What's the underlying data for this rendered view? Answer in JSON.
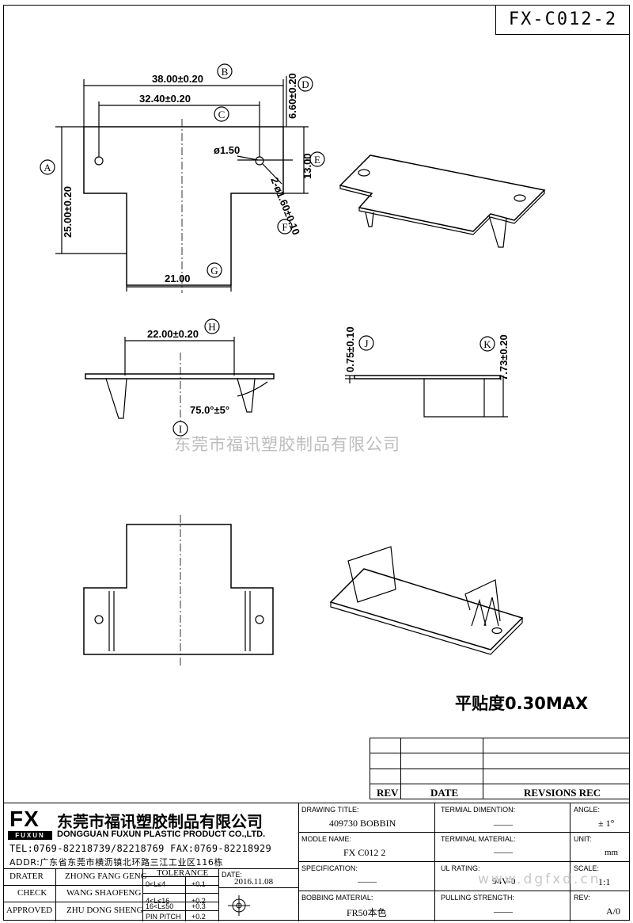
{
  "drawing": {
    "part_number": "FX-C012-2",
    "bubbles": [
      "A",
      "B",
      "C",
      "D",
      "E",
      "F",
      "G",
      "H",
      "I",
      "J",
      "K"
    ],
    "dims": {
      "b": "38.00±0.20",
      "c": "32.40±0.20",
      "d": "6.60±0.20",
      "e": "13.00",
      "hole": "ø1.50",
      "f": "2-ø1.60±0.10",
      "a": "25.00±0.20",
      "g": "21.00",
      "h": "22.00±0.20",
      "i": "75.0°±5°",
      "j": "0.75±0.10",
      "k": "7.73±0.20"
    },
    "watermark": "东莞市福讯塑胶制品有限公司",
    "flatness": "平贴度0.30MAX"
  },
  "revision": {
    "rev": "REV",
    "date": "DATE",
    "records": "REVSIONS REC"
  },
  "company": {
    "logo": "FX",
    "logo_sub": "FUXUN",
    "name_cn": "东莞市福讯塑胶制品有限公司",
    "name_en": "DONGGUAN FUXUN PLASTIC PRODUCT CO.,LTD.",
    "tel": "TEL:0769-82218739/82218769  FAX:0769-82218929",
    "addr": "ADDR:广东省东莞市横沥镇北环路三江工业区116栋"
  },
  "people": {
    "drater_label": "DRATER",
    "drater": "ZHONG FANG GENG",
    "check_label": "CHECK",
    "check": "WANG SHAOFENG",
    "approved_label": "APPROVED",
    "approved": "ZHU DONG SHENG"
  },
  "tolerance": {
    "title": "TOLERANCE",
    "rows": [
      {
        "range": "0<L≤4",
        "tol": "+0.1"
      },
      {
        "range": "4<L≤16",
        "tol": "+0.2"
      },
      {
        "range": "16<L≤50",
        "tol": "+0.3"
      },
      {
        "range": "PIN PITCH",
        "tol": "+0.2"
      }
    ]
  },
  "date": {
    "label": "DATE:",
    "value": "2016.11.08"
  },
  "fields": {
    "drawing_title_label": "DRAWING TITLE:",
    "drawing_title": "409730 BOBBIN",
    "model_name_label": "MODLE NAME:",
    "model_name": "FX C012 2",
    "spec_label": "SPECIFICATION:",
    "spec": "——",
    "bobbin_mat_label": "BOBBING MATERIAL:",
    "bobbin_mat": "FR50本色",
    "term_dim_label": "TERMIAL DIMENTION:",
    "term_dim": "——",
    "term_mat_label": "TERMINAL MATERIAL:",
    "term_mat": "——",
    "ul_label": "UL RATING:",
    "ul": "94V-0",
    "pull_label": "PULLING STRENGTH:",
    "pull": "——",
    "angle_label": "ANGLE:",
    "angle": "± 1°",
    "unit_label": "UNIT:",
    "unit": "mm",
    "scale_label": "SCALE:",
    "scale": "1:1",
    "rev_label": "REV:",
    "rev": "A/0"
  },
  "footer_watermark": "www.dgfxd.cn"
}
